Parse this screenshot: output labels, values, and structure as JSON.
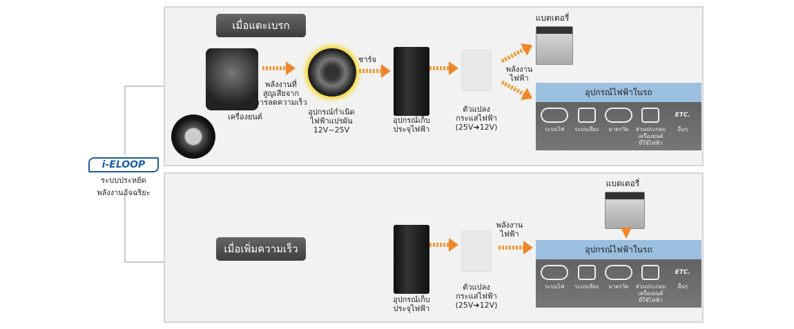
{
  "logo": {
    "text": "i-ELOOP",
    "subtitle_1": "ระบบประหยัด",
    "subtitle_2": "พลังงานอัจฉริยะ"
  },
  "colors": {
    "arrow": "#f0862a",
    "header_blue": "#9bbfdf",
    "panel_bg": "#f2f2f2"
  },
  "braking": {
    "title": "เมื่อแตะเบรก",
    "engine": "เครื่องยนต์",
    "lost_energy": "พลังงานที่\nสูญเสียจาก\nการลดความเร็ว",
    "alternator": "อุปกรณ์กำเนิด\nไฟฟ้าแปรผัน\n12V~25V",
    "charge": "ชาร์จ",
    "capacitor": "อุปกรณ์เก็บ\nประจุไฟฟ้า",
    "converter": "ตัวแปลง\nกระแสไฟฟ้า\n(25V➜12V)",
    "power": "พลังงาน\nไฟฟ้า",
    "battery": "แบตเตอรี่",
    "devices_title": "อุปกรณ์ไฟฟ้าในรถ"
  },
  "accel": {
    "title": "เมื่อเพิ่มความเร็ว",
    "capacitor": "อุปกรณ์เก็บ\nประจุไฟฟ้า",
    "converter": "ตัวแปลง\nกระแสไฟฟ้า\n(25V➜12V)",
    "power": "พลังงาน\nไฟฟ้า",
    "battery": "แบตเตอรี่",
    "devices_title": "อุปกรณ์ไฟฟ้าในรถ"
  },
  "devices": [
    {
      "label": "ระบบไฟ"
    },
    {
      "label": "ระบบเสียง"
    },
    {
      "label": "มาตรวัด"
    },
    {
      "label": "ส่วนประกอบ\nเครื่องยนต์\nที่ใช้ไฟฟ้า"
    },
    {
      "label": "อื่นๆ",
      "icon_text": "ETC."
    }
  ]
}
